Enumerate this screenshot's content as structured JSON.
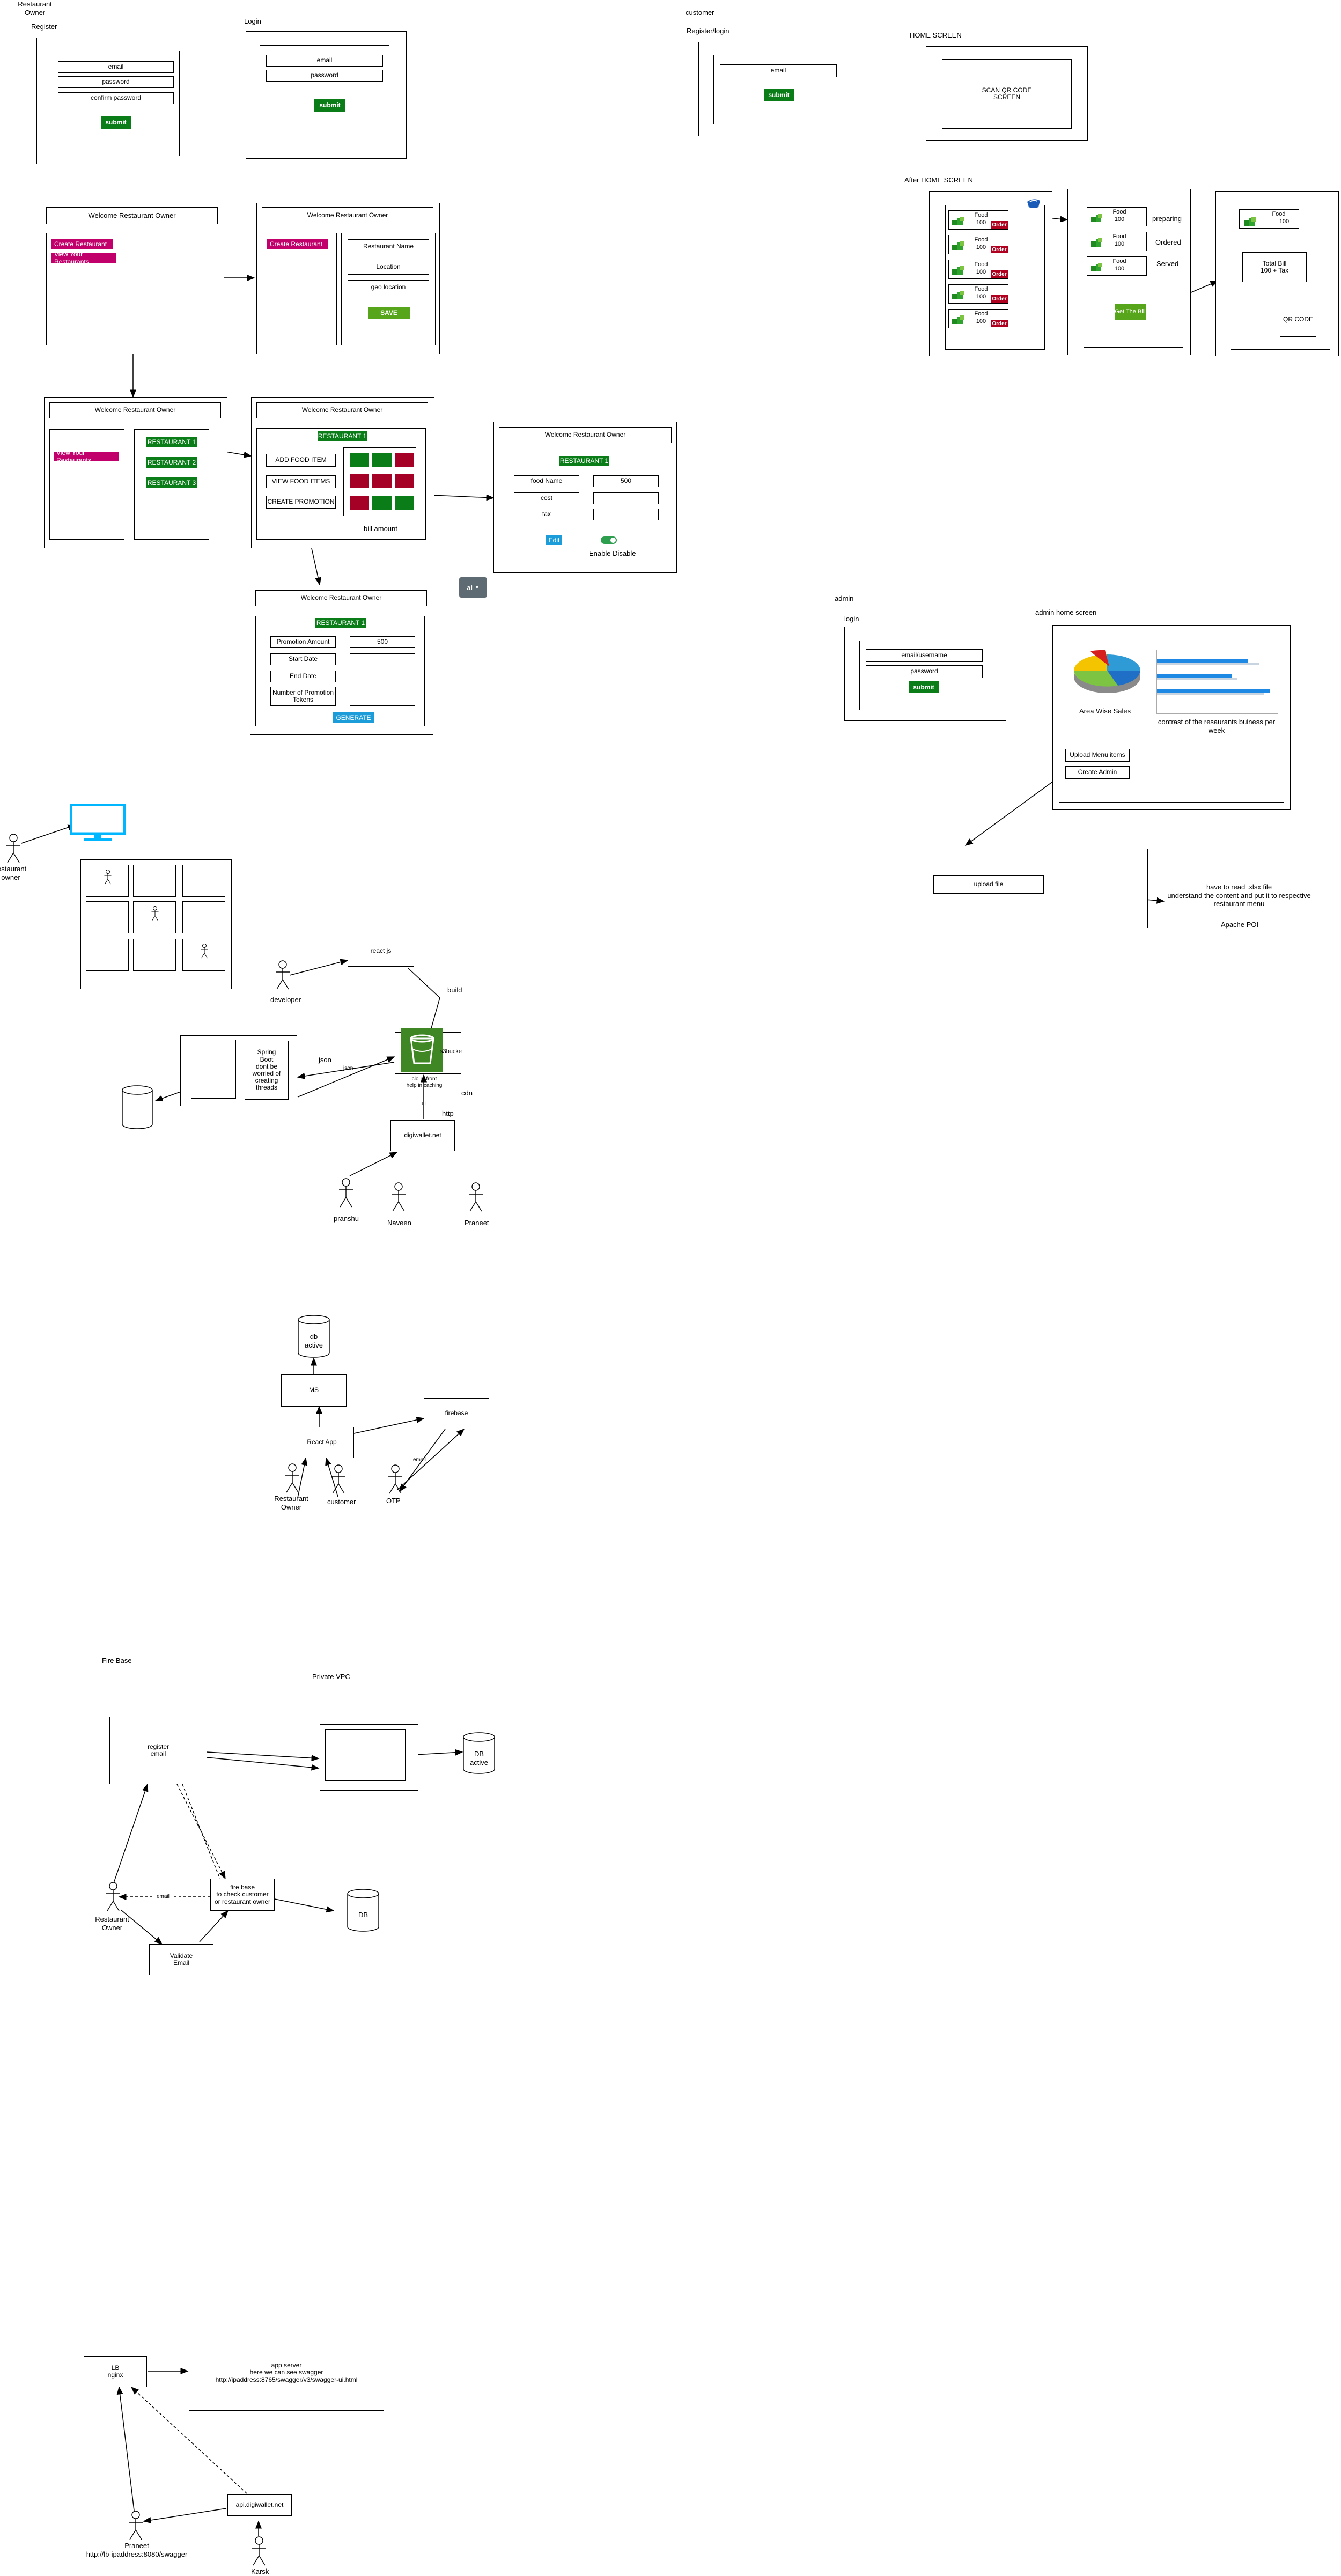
{
  "restaurant_owner_flow": {
    "heading": "Restaurant\nOwner",
    "register": {
      "title": "Register",
      "fields": [
        "email",
        "password",
        "confirm password"
      ],
      "submit": "submit"
    },
    "login": {
      "title": "Login",
      "fields": [
        "email",
        "password"
      ],
      "submit": "submit"
    },
    "welcome": "Welcome Restaurant Owner",
    "create_restaurant": "Create Restaurant",
    "view_restaurants": "View Your Restaurants",
    "restaurant_form": {
      "fields": [
        "Restaurant Name",
        "Location",
        "geo location"
      ],
      "save": "SAVE"
    },
    "restaurant_list": [
      "RESTAURANT 1",
      "RESTAURANT 2",
      "RESTAURANT 3"
    ],
    "restaurant_detail": {
      "title": "RESTAURANT 1",
      "actions": [
        "ADD FOOD ITEM",
        "VIEW FOOD ITEMS",
        "CREATE PROMOTION"
      ],
      "bill_amount": "bill amount"
    },
    "food_form": {
      "title": "RESTAURANT 1",
      "rows": [
        {
          "label": "food Name",
          "value": "500"
        },
        {
          "label": "cost",
          "value": ""
        },
        {
          "label": "tax",
          "value": ""
        }
      ],
      "edit": "Edit",
      "enable_disable": "Enable Disable"
    },
    "promotion_form": {
      "title": "RESTAURANT 1",
      "rows": [
        {
          "label": "Promotion Amount",
          "value": "500"
        },
        {
          "label": "Start Date",
          "value": ""
        },
        {
          "label": "End Date",
          "value": ""
        },
        {
          "label": "Number of Promotion Tokens",
          "value": ""
        }
      ],
      "generate": "GENERATE"
    },
    "ai_badge": "ai"
  },
  "customer_flow": {
    "heading": "customer",
    "register_login": {
      "title": "Register/login",
      "fields": [
        "email"
      ],
      "submit": "submit"
    },
    "home": {
      "title": "HOME SCREEN",
      "body": "SCAN QR CODE\nSCREEN"
    },
    "after_home": {
      "title": "After HOME SCREEN",
      "food_name": "Food",
      "food_price": "100",
      "order": "Order",
      "statuses": [
        "preparing",
        "Ordered",
        "Served"
      ],
      "get_bill": "Get The Bill",
      "bill_food_name": "Food",
      "bill_food_price": "100",
      "total": "Total Bill\n100 + Tax",
      "qr": "QR CODE"
    }
  },
  "admin_flow": {
    "heading": "admin",
    "login": {
      "title": "login",
      "fields": [
        "email/username",
        "password"
      ],
      "submit": "submit"
    },
    "home": {
      "title": "admin home screen",
      "area_sales": "Area Wise Sales",
      "contrast": "contrast of the resaurants buiness per week",
      "buttons": [
        "Upload Menu items",
        "Create Admin"
      ]
    },
    "upload": {
      "button": "upload file",
      "note": "have to read .xlsx file\nunderstand the content and put it to respective\nrestaurant menu",
      "poi": "Apache POI"
    }
  },
  "deployment": {
    "owner": "restaurant\nowner",
    "grid_actors": [
      "customer",
      "customer",
      "customer"
    ],
    "react": "react js",
    "developer": "developer",
    "build": "build",
    "spring": "Spring\nBoot\ndont be\nworried of\ncreating\nthreads",
    "json_top": "json",
    "json_bottom": "json",
    "s3": "s3bucke",
    "cloudfront": "cloud front\nhelp in caching",
    "ui": "ui",
    "cdn": "cdn",
    "http": "http",
    "digiwallet": "digiwallet.net",
    "people": [
      "pranshu",
      "Naveen",
      "Praneet"
    ]
  },
  "arch2": {
    "db": "db\nactive",
    "ms": "MS",
    "react_app": "React App",
    "firebase": "firebase",
    "owner": "Restaurant\nOwner",
    "customer": "customer",
    "otp": "OTP",
    "email": "email"
  },
  "firebase_section": {
    "title": "Fire Base",
    "vpc": "Private VPC",
    "register": "register\nemail",
    "db_active": "DB\nactive",
    "owner": "Restaurant\nOwner",
    "email": "email",
    "fb_check": "fire base\nto check customer\nor restaurant owner",
    "db": "DB",
    "validate": "Validate\nEmail"
  },
  "lb_section": {
    "lb": "LB\nnginx",
    "app_server": "app server\nhere we can see swagger\nhttp://ipaddress:8765/swagger/v3/swagger-ui.html",
    "api": "api.digiwallet.net",
    "praneet": "Praneet\nhttp://lb-ipaddress:8080/swagger",
    "karsk": "Karsk"
  }
}
